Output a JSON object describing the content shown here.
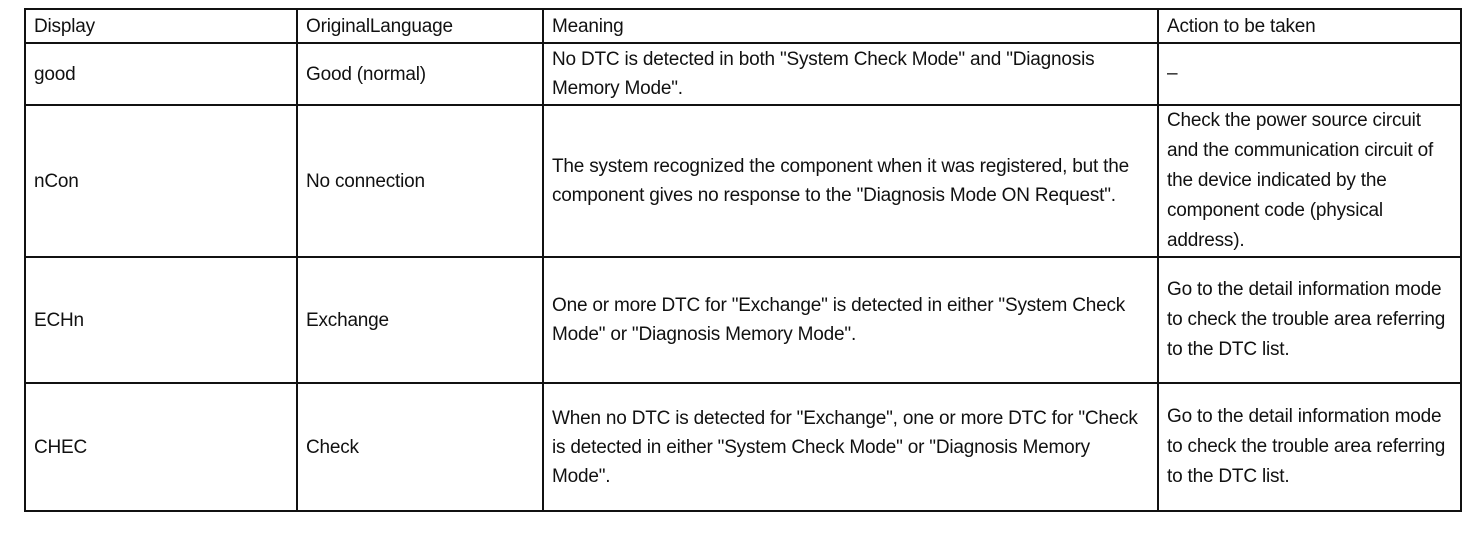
{
  "table": {
    "headers": [
      "Display",
      "OriginalLanguage",
      "Meaning",
      "Action to be taken"
    ],
    "rows": [
      {
        "display": "good",
        "original": "Good (normal)",
        "meaning": "No DTC is detected in both \"System Check Mode\" and \"Diagnosis Memory Mode\".",
        "action": "–"
      },
      {
        "display": "nCon",
        "original": "No connection",
        "meaning": "The system recognized the component when it was registered, but the component gives no response to the \"Diagnosis Mode ON Request\".",
        "action": "Check the power source circuit and the communication circuit of the device indicated by the component code (physical address)."
      },
      {
        "display": "ECHn",
        "original": "Exchange",
        "meaning": "One or more DTC for \"Exchange\" is detected in either \"System Check Mode\" or \"Diagnosis Memory Mode\".",
        "action": "Go to the detail information mode to check the trouble area referring to the DTC list."
      },
      {
        "display": "CHEC",
        "original": "Check",
        "meaning": "When no DTC is detected for \"Exchange\", one or more DTC for \"Check is detected in either \"System Check Mode\" or \"Diagnosis Memory Mode\".",
        "action": "Go to the detail information mode to check the trouble area referring to the DTC list."
      }
    ]
  }
}
